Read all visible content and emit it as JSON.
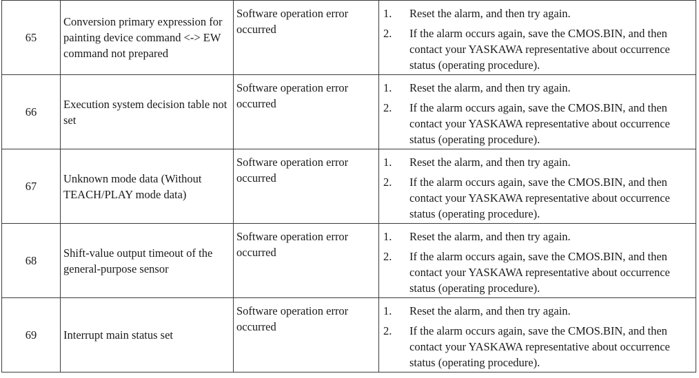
{
  "rows": [
    {
      "number": "65",
      "name": "Conversion primary expression for painting device command <-> EW command not prepared",
      "cause": "Software operation error occurred",
      "steps": [
        {
          "num": "1.",
          "text": "Reset the alarm, and then try again."
        },
        {
          "num": "2.",
          "text": "If the alarm occurs again, save the CMOS.BIN, and then contact your YASKAWA representative about occurrence status (operating procedure)."
        }
      ]
    },
    {
      "number": "66",
      "name": "Execution system decision table not set",
      "cause": "Software operation error occurred",
      "steps": [
        {
          "num": "1.",
          "text": "Reset the alarm, and then try again."
        },
        {
          "num": "2.",
          "text": "If the alarm occurs again, save the CMOS.BIN, and then contact your YASKAWA representative about occurrence status (operating procedure)."
        }
      ]
    },
    {
      "number": "67",
      "name": "Unknown mode data (Without TEACH/PLAY mode data)",
      "cause": "Software operation error occurred",
      "steps": [
        {
          "num": "1.",
          "text": "Reset the alarm, and then try again."
        },
        {
          "num": "2.",
          "text": "If the alarm occurs again, save the CMOS.BIN, and then contact your YASKAWA representative about occurrence status (operating procedure)."
        }
      ]
    },
    {
      "number": "68",
      "name": "Shift-value output timeout of the general-purpose sensor",
      "cause": "Software operation error occurred",
      "steps": [
        {
          "num": "1.",
          "text": "Reset the alarm, and then try again."
        },
        {
          "num": "2.",
          "text": "If the alarm occurs again, save the CMOS.BIN, and then contact your YASKAWA representative about occurrence status (operating procedure)."
        }
      ]
    },
    {
      "number": "69",
      "name": "Interrupt main status set",
      "cause": "Software operation error occurred",
      "steps": [
        {
          "num": "1.",
          "text": "Reset the alarm, and then try again."
        },
        {
          "num": "2.",
          "text": "If the alarm occurs again, save the CMOS.BIN, and then contact your YASKAWA representative about occurrence status (operating procedure)."
        }
      ]
    }
  ]
}
